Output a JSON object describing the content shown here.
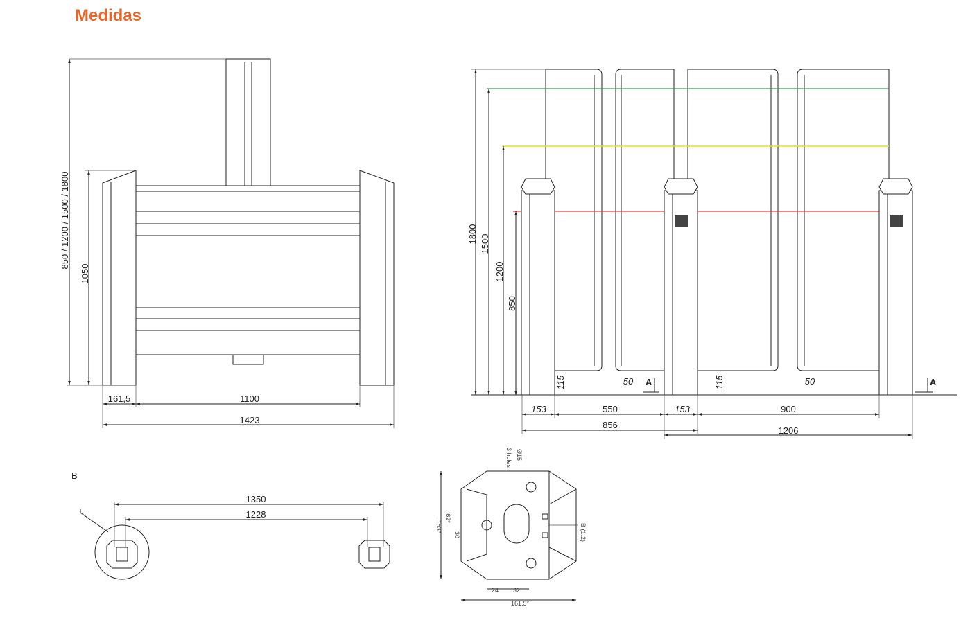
{
  "title": "Medidas",
  "colors": {
    "title": "#e06a2e",
    "green": "#3a9a5a",
    "yellow": "#e8e020",
    "red": "#e04040"
  },
  "front_view": {
    "height_options": "850 / 1200 / 1500 / 1800",
    "post_height": "1050",
    "post_width": "161,5",
    "passage": "1100",
    "total_width": "1423"
  },
  "side_view": {
    "h1800": "1800",
    "h1500": "1500",
    "h1200": "1200",
    "h850": "850",
    "base_left": "115",
    "base_right": "115",
    "gap_left": "50",
    "gap_right": "50",
    "section_a1": "A",
    "section_a2": "A",
    "post1": "153",
    "lane1": "550",
    "post2": "153",
    "lane2": "900",
    "span1": "856",
    "span2": "1206"
  },
  "plan_view": {
    "detail_label": "B",
    "outer": "1350",
    "inner": "1228"
  },
  "detail_b": {
    "holes_dia": "Ø15",
    "holes_count": "3 holes",
    "depth": "153*",
    "d62": "62*",
    "d30": "30",
    "d24": "24",
    "d32": "32",
    "width": "161,5*",
    "scale_label": "B (1:2)"
  }
}
